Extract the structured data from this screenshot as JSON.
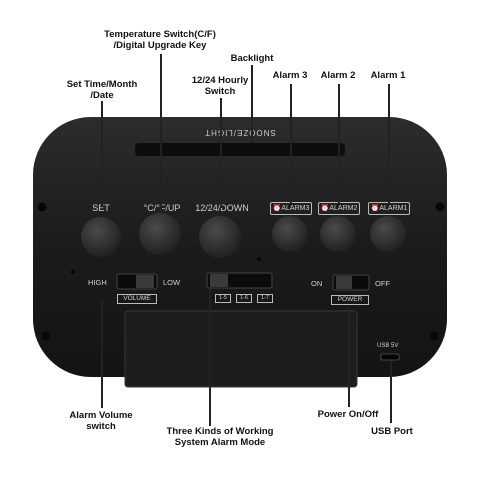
{
  "callouts": {
    "temperature_switch": "Temperature Switch(C/F)\n/Digital Upgrade Key",
    "backlight": "Backlight",
    "set_time": "Set Time/Month\n/Date",
    "hourly_switch": "12/24 Hourly\nSwitch",
    "alarm3": "Alarm 3",
    "alarm2": "Alarm 2",
    "alarm1": "Alarm 1",
    "alarm_volume": "Alarm Volume\nswitch",
    "working_mode": "Three Kinds  of Working\nSystem Alarm Mode",
    "power": "Power On/Off",
    "usb_port": "USB  Port"
  },
  "device": {
    "top_text": "SNOOZE/LIGHT",
    "button_labels": {
      "set": "SET",
      "temp": "°C/°F/UP",
      "down": "12/24/DOWN",
      "alarm3": "ALARM3",
      "alarm2": "ALARM2",
      "alarm1": "ALARM1"
    },
    "volume": {
      "high": "HIGH",
      "low": "LOW",
      "label": "VOLUME"
    },
    "mode_labels": [
      "1-5",
      "1-6",
      "1-7"
    ],
    "power": {
      "on": "ON",
      "off": "OFF",
      "label": "POWER"
    },
    "usb_label": "USB 5V"
  },
  "colors": {
    "body": "#1b1b1b",
    "button": "#2b2b2b",
    "text_on_device": "#cfcfcf",
    "callout": "#111111"
  }
}
